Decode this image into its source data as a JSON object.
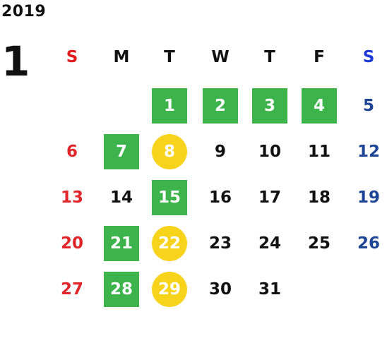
{
  "calendar": {
    "year": "2019",
    "month": "1",
    "weekdays": [
      {
        "label": "S",
        "kind": "sun"
      },
      {
        "label": "M",
        "kind": "weekday"
      },
      {
        "label": "T",
        "kind": "weekday"
      },
      {
        "label": "W",
        "kind": "weekday"
      },
      {
        "label": "T",
        "kind": "weekday"
      },
      {
        "label": "F",
        "kind": "weekday"
      },
      {
        "label": "S",
        "kind": "sat"
      }
    ],
    "weeks": [
      [
        null,
        null,
        {
          "day": "1",
          "mark": "green"
        },
        {
          "day": "2",
          "mark": "green"
        },
        {
          "day": "3",
          "mark": "green"
        },
        {
          "day": "4",
          "mark": "green"
        },
        {
          "day": "5",
          "mark": "none"
        }
      ],
      [
        {
          "day": "6",
          "mark": "none"
        },
        {
          "day": "7",
          "mark": "green"
        },
        {
          "day": "8",
          "mark": "yellow"
        },
        {
          "day": "9",
          "mark": "none"
        },
        {
          "day": "10",
          "mark": "none"
        },
        {
          "day": "11",
          "mark": "none"
        },
        {
          "day": "12",
          "mark": "none"
        }
      ],
      [
        {
          "day": "13",
          "mark": "none"
        },
        {
          "day": "14",
          "mark": "none"
        },
        {
          "day": "15",
          "mark": "green"
        },
        {
          "day": "16",
          "mark": "none"
        },
        {
          "day": "17",
          "mark": "none"
        },
        {
          "day": "18",
          "mark": "none"
        },
        {
          "day": "19",
          "mark": "none"
        }
      ],
      [
        {
          "day": "20",
          "mark": "none"
        },
        {
          "day": "21",
          "mark": "green"
        },
        {
          "day": "22",
          "mark": "yellow"
        },
        {
          "day": "23",
          "mark": "none"
        },
        {
          "day": "24",
          "mark": "none"
        },
        {
          "day": "25",
          "mark": "none"
        },
        {
          "day": "26",
          "mark": "none"
        }
      ],
      [
        {
          "day": "27",
          "mark": "none"
        },
        {
          "day": "28",
          "mark": "green"
        },
        {
          "day": "29",
          "mark": "yellow"
        },
        {
          "day": "30",
          "mark": "none"
        },
        {
          "day": "31",
          "mark": "none"
        },
        null,
        null
      ]
    ]
  },
  "colors": {
    "sunday": "#e0262a",
    "saturday": "#1e4594",
    "highlight_green": "#3cb44b",
    "highlight_yellow": "#f8d31c",
    "text": "#111111"
  }
}
